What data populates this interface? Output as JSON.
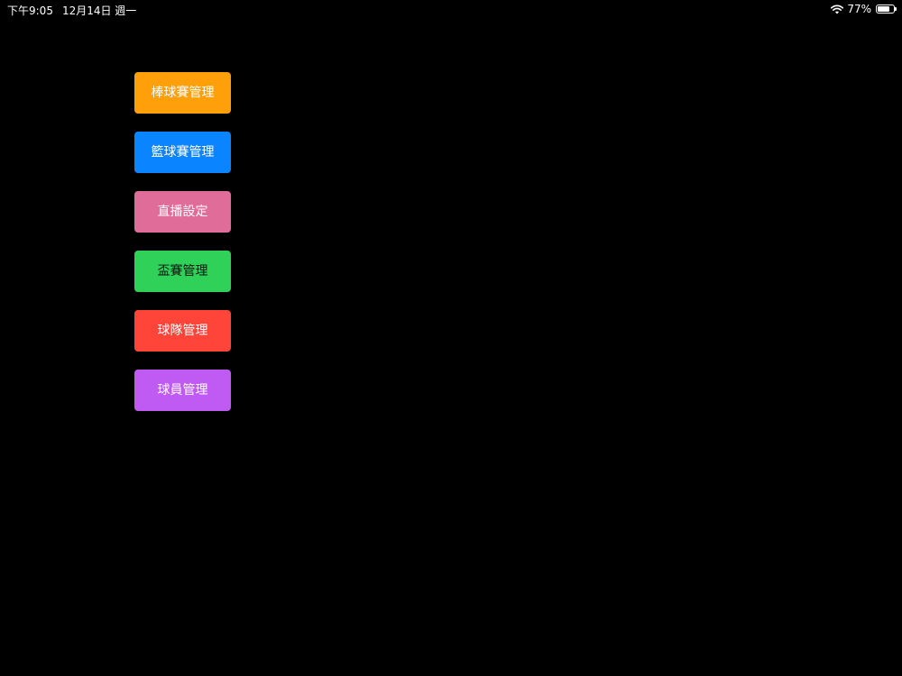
{
  "status_bar": {
    "time": "下午9:05",
    "date": "12月14日 週一",
    "battery_percent": "77%",
    "battery_level": 0.77,
    "icons": [
      "wifi-icon",
      "battery-icon"
    ]
  },
  "menu": {
    "buttons": [
      {
        "label": "棒球賽管理",
        "color": "#ff9f0a"
      },
      {
        "label": "籃球賽管理",
        "color": "#0a84ff"
      },
      {
        "label": "直播設定",
        "color": "#e06c9a"
      },
      {
        "label": "盃賽管理",
        "color": "#30d158"
      },
      {
        "label": "球隊管理",
        "color": "#ff453a"
      },
      {
        "label": "球員管理",
        "color": "#bf5af2"
      }
    ]
  }
}
